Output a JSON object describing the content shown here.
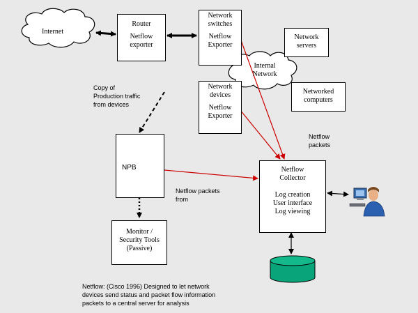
{
  "nodes": {
    "internet": "Internet",
    "router": {
      "line1": "Router",
      "line2": "Netflow",
      "line3": "exporter"
    },
    "switches": {
      "line1": "Network",
      "line2": "switches",
      "line3": "Netflow",
      "line4": "Exporter"
    },
    "servers": {
      "line1": "Network",
      "line2": "servers"
    },
    "internal_network": {
      "line1": "Internal",
      "line2": "Network"
    },
    "devices": {
      "line1": "Network",
      "line2": "devices",
      "line3": "Netflow",
      "line4": "Exporter"
    },
    "computers": {
      "line1": "Networked",
      "line2": "computers"
    },
    "npb": "NPB",
    "collector": {
      "line1": "Netflow",
      "line2": "Collector",
      "line3": "Log creation",
      "line4": "User interface",
      "line5": "Log viewing"
    },
    "monitor": {
      "line1": "Monitor /",
      "line2": "Security Tools",
      "line3": "(Passive)"
    }
  },
  "annotations": {
    "copy_traffic": {
      "line1": "Copy of",
      "line2": "Production traffic",
      "line3": "from devices"
    },
    "netflow_packets": {
      "line1": "Netflow",
      "line2": "packets"
    },
    "netflow_packets_from": {
      "line1": "Netflow packets",
      "line2": "from"
    },
    "footnote": {
      "line1": "Netflow:  (Cisco 1996)  Designed to let network",
      "line2": "devices send status and packet flow information",
      "line3": "packets to a central server for analysis"
    }
  },
  "colors": {
    "background": "#e9e9e9",
    "red_flow": "#cc0000",
    "database": "#0aa47a",
    "database_top": "#13b98a"
  },
  "icons": {
    "user_workstation": "user-computer-icon",
    "database": "database-icon"
  }
}
